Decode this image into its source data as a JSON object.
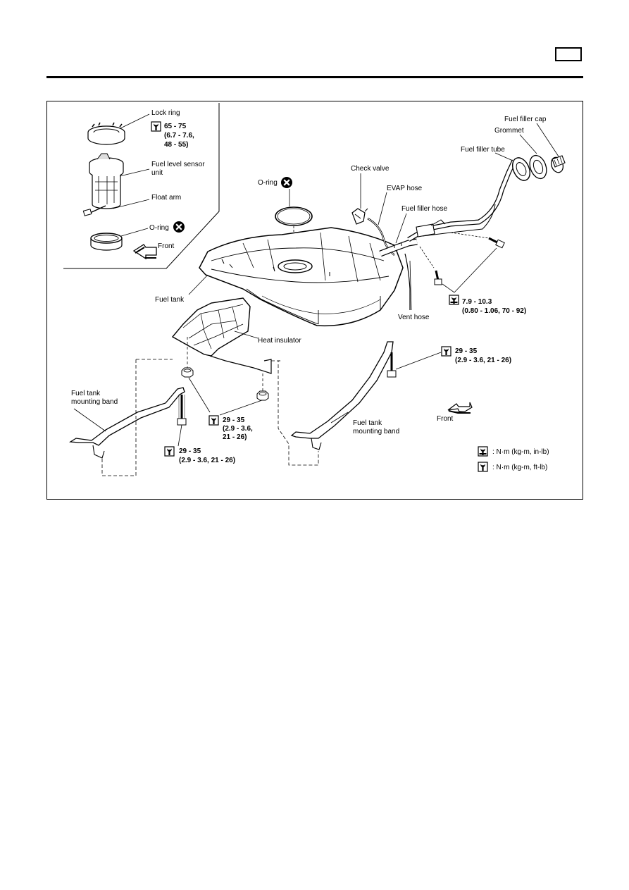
{
  "header": {
    "page_tab": ""
  },
  "labels": {
    "lock_ring": "Lock ring",
    "fuel_level_sensor_1": "Fuel level sensor",
    "fuel_level_sensor_2": "unit",
    "float_arm": "Float arm",
    "o_ring_left": "O-ring",
    "front_left": "Front",
    "o_ring_center": "O-ring",
    "check_valve": "Check valve",
    "evap_hose": "EVAP hose",
    "fuel_filler_hose": "Fuel filler hose",
    "fuel_filler_tube": "Fuel filler tube",
    "grommet": "Grommet",
    "fuel_filler_cap": "Fuel filler cap",
    "fuel_tank": "Fuel tank",
    "vent_hose": "Vent hose",
    "heat_insulator": "Heat insulator",
    "band_left_1": "Fuel tank",
    "band_left_2": "mounting band",
    "band_right_1": "Fuel tank",
    "band_right_2": "mounting band",
    "front_right": "Front"
  },
  "torques": {
    "lock_ring": [
      "65 - 75",
      "(6.7 - 7.6,",
      "48 - 55)"
    ],
    "filler_tube_bolts": [
      "7.9 - 10.3",
      "(0.80 - 1.06, 70 - 92)"
    ],
    "right_band_bolt": [
      "29 - 35",
      "(2.9 - 3.6, 21 - 26)"
    ],
    "insulator_nuts": [
      "29 - 35",
      "(2.9 - 3.6,",
      "21 - 26)"
    ],
    "left_band_bolt": [
      "29 - 35",
      "(2.9 - 3.6, 21 - 26)"
    ]
  },
  "legend": {
    "in_lb": ": N·m (kg-m, in-lb)",
    "ft_lb": ": N·m (kg-m, ft-lb)"
  },
  "icons": [
    "torque-wrench-icon",
    "do-not-reuse-icon",
    "front-arrow-icon"
  ]
}
